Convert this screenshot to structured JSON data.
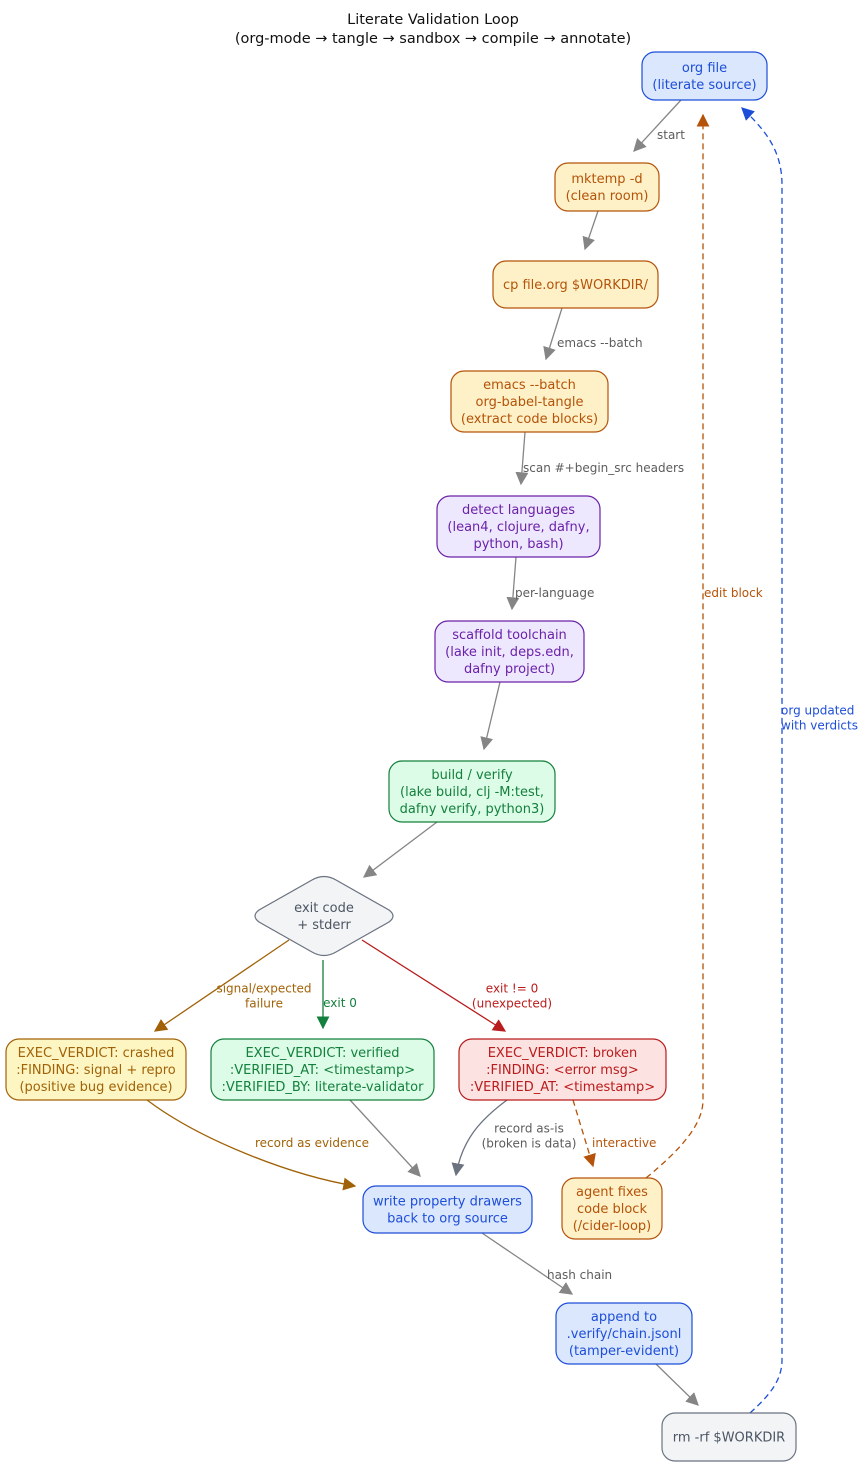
{
  "title": {
    "line1": "Literate Validation Loop",
    "line2": "(org-mode → tangle → sandbox → compile → annotate)"
  },
  "palette": {
    "blue": {
      "fill": "#dbe7fd",
      "stroke": "#1d4ed8",
      "text": "#1d4ed8"
    },
    "orange": {
      "fill": "#fef1c7",
      "stroke": "#b45309",
      "text": "#b45309"
    },
    "purple": {
      "fill": "#ede8fe",
      "stroke": "#6b21a8",
      "text": "#6b21a8"
    },
    "green": {
      "fill": "#dcfce7",
      "stroke": "#15803d",
      "text": "#15803d"
    },
    "red": {
      "fill": "#fde2e2",
      "stroke": "#b91c1c",
      "text": "#b91c1c"
    },
    "yellow": {
      "fill": "#fdf6c3",
      "stroke": "#a16207",
      "text": "#a16207"
    },
    "gray": {
      "fill": "#f3f4f6",
      "stroke": "#6b7280",
      "text": "#4b5563"
    }
  },
  "nodes": {
    "org_file": {
      "lines": [
        "org file",
        "(literate source)"
      ],
      "color": "blue",
      "shape": "rounded-box"
    },
    "mktemp": {
      "lines": [
        "mktemp -d",
        "(clean room)"
      ],
      "color": "orange",
      "shape": "rounded-box"
    },
    "cp": {
      "lines": [
        "cp file.org $WORKDIR/"
      ],
      "color": "orange",
      "shape": "rounded-box"
    },
    "emacs": {
      "lines": [
        "emacs --batch",
        "org-babel-tangle",
        "(extract code blocks)"
      ],
      "color": "orange",
      "shape": "rounded-box"
    },
    "detect": {
      "lines": [
        "detect languages",
        "(lean4, clojure, dafny,",
        "python, bash)"
      ],
      "color": "purple",
      "shape": "rounded-box"
    },
    "scaffold": {
      "lines": [
        "scaffold toolchain",
        "(lake init, deps.edn,",
        "dafny project)"
      ],
      "color": "purple",
      "shape": "rounded-box"
    },
    "build": {
      "lines": [
        "build / verify",
        "(lake build, clj -M:test,",
        "dafny verify, python3)"
      ],
      "color": "green",
      "shape": "rounded-box"
    },
    "exitcode": {
      "lines": [
        "exit code",
        "+ stderr"
      ],
      "color": "gray",
      "shape": "diamond"
    },
    "crashed": {
      "lines": [
        "EXEC_VERDICT: crashed",
        ":FINDING: signal + repro",
        "(positive bug evidence)"
      ],
      "color": "yellow",
      "shape": "rounded-box"
    },
    "verified": {
      "lines": [
        "EXEC_VERDICT: verified",
        ":VERIFIED_AT: <timestamp>",
        ":VERIFIED_BY: literate-validator"
      ],
      "color": "green",
      "shape": "rounded-box"
    },
    "broken": {
      "lines": [
        "EXEC_VERDICT: broken",
        ":FINDING: <error msg>",
        ":VERIFIED_AT: <timestamp>"
      ],
      "color": "red",
      "shape": "rounded-box"
    },
    "agent": {
      "lines": [
        "agent fixes",
        "code block",
        "(/cider-loop)"
      ],
      "color": "orange",
      "shape": "rounded-box"
    },
    "write_drawers": {
      "lines": [
        "write property drawers",
        "back to org source"
      ],
      "color": "blue",
      "shape": "rounded-box"
    },
    "append": {
      "lines": [
        "append to",
        ".verify/chain.jsonl",
        "(tamper-evident)"
      ],
      "color": "blue",
      "shape": "rounded-box"
    },
    "rm": {
      "lines": [
        "rm -rf $WORKDIR"
      ],
      "color": "gray",
      "shape": "rounded-box"
    }
  },
  "edges": [
    {
      "id": "e_start",
      "from": "org_file",
      "to": "mktemp",
      "label": [
        "start"
      ],
      "color": "#858585",
      "style": "solid"
    },
    {
      "id": "e_mk_cp",
      "from": "mktemp",
      "to": "cp",
      "label": [],
      "color": "#858585",
      "style": "solid"
    },
    {
      "id": "e_cp_emacs",
      "from": "cp",
      "to": "emacs",
      "label": [
        "emacs --batch"
      ],
      "color": "#858585",
      "style": "solid"
    },
    {
      "id": "e_emacs_det",
      "from": "emacs",
      "to": "detect",
      "label": [
        "scan #+begin_src headers"
      ],
      "color": "#858585",
      "style": "solid"
    },
    {
      "id": "e_det_scaf",
      "from": "detect",
      "to": "scaffold",
      "label": [
        "per-language"
      ],
      "color": "#858585",
      "style": "solid"
    },
    {
      "id": "e_scaf_bld",
      "from": "scaffold",
      "to": "build",
      "label": [],
      "color": "#858585",
      "style": "solid"
    },
    {
      "id": "e_bld_exit",
      "from": "build",
      "to": "exitcode",
      "label": [],
      "color": "#858585",
      "style": "solid"
    },
    {
      "id": "e_crash",
      "from": "exitcode",
      "to": "crashed",
      "label": [
        "signal/expected",
        "failure"
      ],
      "color": "#a16207",
      "style": "solid"
    },
    {
      "id": "e_ok",
      "from": "exitcode",
      "to": "verified",
      "label": [
        "exit 0"
      ],
      "color": "#15803d",
      "style": "solid"
    },
    {
      "id": "e_broken",
      "from": "exitcode",
      "to": "broken",
      "label": [
        "exit != 0",
        "(unexpected)"
      ],
      "color": "#b91c1c",
      "style": "solid"
    },
    {
      "id": "e_crash_w",
      "from": "crashed",
      "to": "write_drawers",
      "label": [
        "record as evidence"
      ],
      "color": "#a16207",
      "style": "solid"
    },
    {
      "id": "e_ver_w",
      "from": "verified",
      "to": "write_drawers",
      "label": [],
      "color": "#858585",
      "style": "solid"
    },
    {
      "id": "e_brk_w",
      "from": "broken",
      "to": "write_drawers",
      "label": [
        "record as-is",
        "(broken is data)"
      ],
      "color": "#6b7280",
      "style": "solid"
    },
    {
      "id": "e_brk_agent",
      "from": "broken",
      "to": "agent",
      "label": [
        "interactive"
      ],
      "color": "#b45309",
      "style": "dashed"
    },
    {
      "id": "e_agent_org",
      "from": "agent",
      "to": "org_file",
      "label": [
        "edit block"
      ],
      "color": "#b45309",
      "style": "dashed"
    },
    {
      "id": "e_w_append",
      "from": "write_drawers",
      "to": "append",
      "label": [
        "hash chain"
      ],
      "color": "#858585",
      "style": "solid"
    },
    {
      "id": "e_app_rm",
      "from": "append",
      "to": "rm",
      "label": [],
      "color": "#858585",
      "style": "solid"
    },
    {
      "id": "e_rm_org",
      "from": "rm",
      "to": "org_file",
      "label": [
        "org updated",
        "with verdicts"
      ],
      "color": "#1d4ed8",
      "style": "dashed"
    }
  ]
}
